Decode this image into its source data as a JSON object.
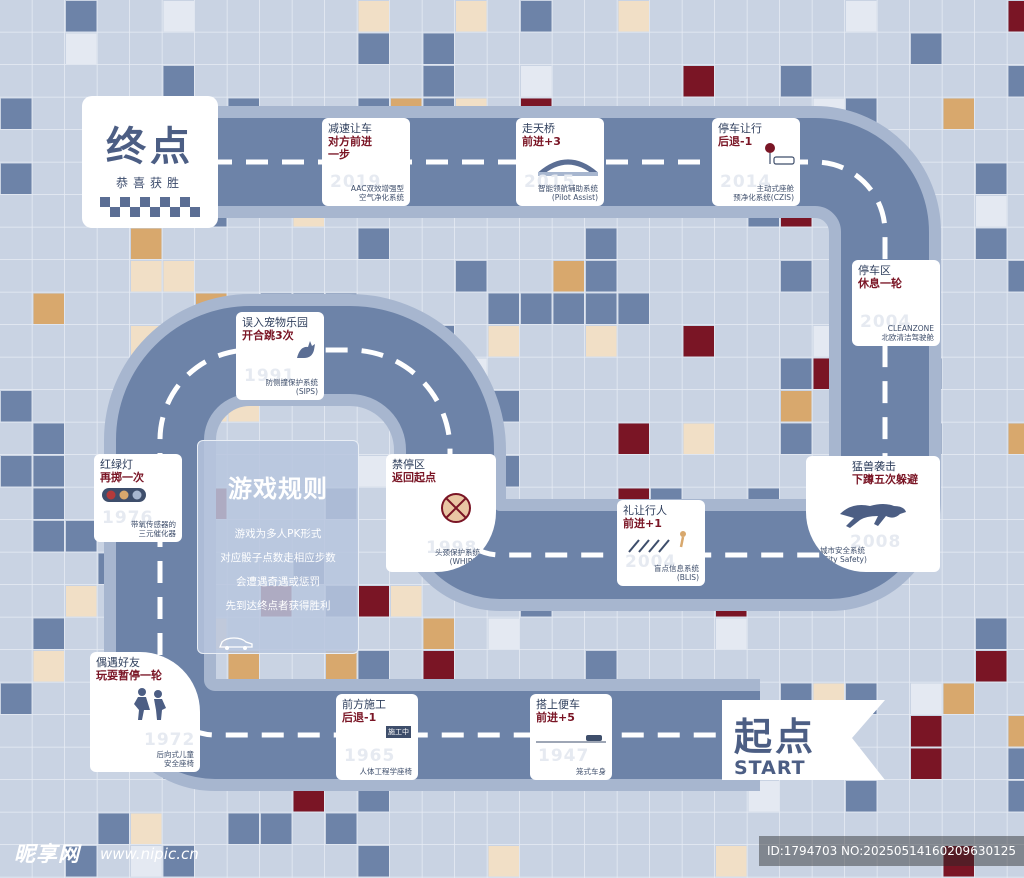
{
  "finish": {
    "title": "终点",
    "subtitle": "恭喜获胜"
  },
  "start": {
    "title": "起点",
    "subtitle": "START"
  },
  "rules": {
    "title": "游戏规则",
    "lines": [
      "游戏为多人PK形式",
      "对应骰子点数走相应步数",
      "会遭遇奇遇或惩罚",
      "先到达终点者获得胜利"
    ]
  },
  "cards": [
    {
      "id": "aac",
      "line1": "减速让车",
      "line2": "对方前进",
      "line3": "一步",
      "year": "2019",
      "s1": "AAC双效增强型",
      "s2": "空气净化系统"
    },
    {
      "id": "pilot",
      "line1": "走天桥",
      "line2": "前进+3",
      "year": "2015",
      "s1": "智能领航辅助系统",
      "s2": "(Pilot Assist)"
    },
    {
      "id": "czis",
      "line1": "停车让行",
      "line2": "后退-1",
      "year": "2014",
      "s1": "主动式座舱",
      "s2": "预净化系统(CZIS)"
    },
    {
      "id": "cleanzone",
      "line1": "停车区",
      "line2": "休息一轮",
      "year": "2004",
      "s1": "CLEANZONE",
      "s2": "北欧清洁驾驶舱"
    },
    {
      "id": "sips",
      "line1": "误入宠物乐园",
      "line2": "开合跳3次",
      "year": "1991",
      "s1": "防侧撞保护系统",
      "s2": "(SIPS)"
    },
    {
      "id": "catalyst",
      "line1": "红绿灯",
      "line2": "再掷一次",
      "year": "1976",
      "s1": "带氧传感器的",
      "s2": "三元催化器"
    },
    {
      "id": "whips",
      "line1": "禁停区",
      "line2": "返回起点",
      "year": "1998",
      "s1": "头颈保护系统",
      "s2": "(WHIPS)"
    },
    {
      "id": "blis",
      "line1": "礼让行人",
      "line2": "前进+1",
      "year": "2004",
      "s1": "盲点信息系统",
      "s2": "(BLIS)"
    },
    {
      "id": "citysafety",
      "line1": "猛兽袭击",
      "line2": "下蹲五次躲避",
      "year": "2008",
      "s1": "城市安全系统",
      "s2": "(City Safety)"
    },
    {
      "id": "childseat",
      "line1": "偶遇好友",
      "line2": "玩耍暂停一轮",
      "year": "1972",
      "s1": "后向式儿童",
      "s2": "安全座椅"
    },
    {
      "id": "ergo",
      "line1": "前方施工",
      "line2": "后退-1",
      "year": "1965",
      "s1": "人体工程学座椅",
      "sign": "施工中"
    },
    {
      "id": "cage",
      "line1": "搭上便车",
      "line2": "前进+5",
      "year": "1947",
      "s1": "笼式车身"
    }
  ],
  "footer": {
    "logo": "昵享网",
    "url": "www.nipic.cn",
    "id": "ID:1794703 NO:20250514160209630125"
  },
  "colors": {
    "bg": "#c9d3e3",
    "track": "#6d83a8",
    "trackBorder": "#a7b6cf",
    "accent": "#7a1525",
    "title": "#4c5e84"
  }
}
